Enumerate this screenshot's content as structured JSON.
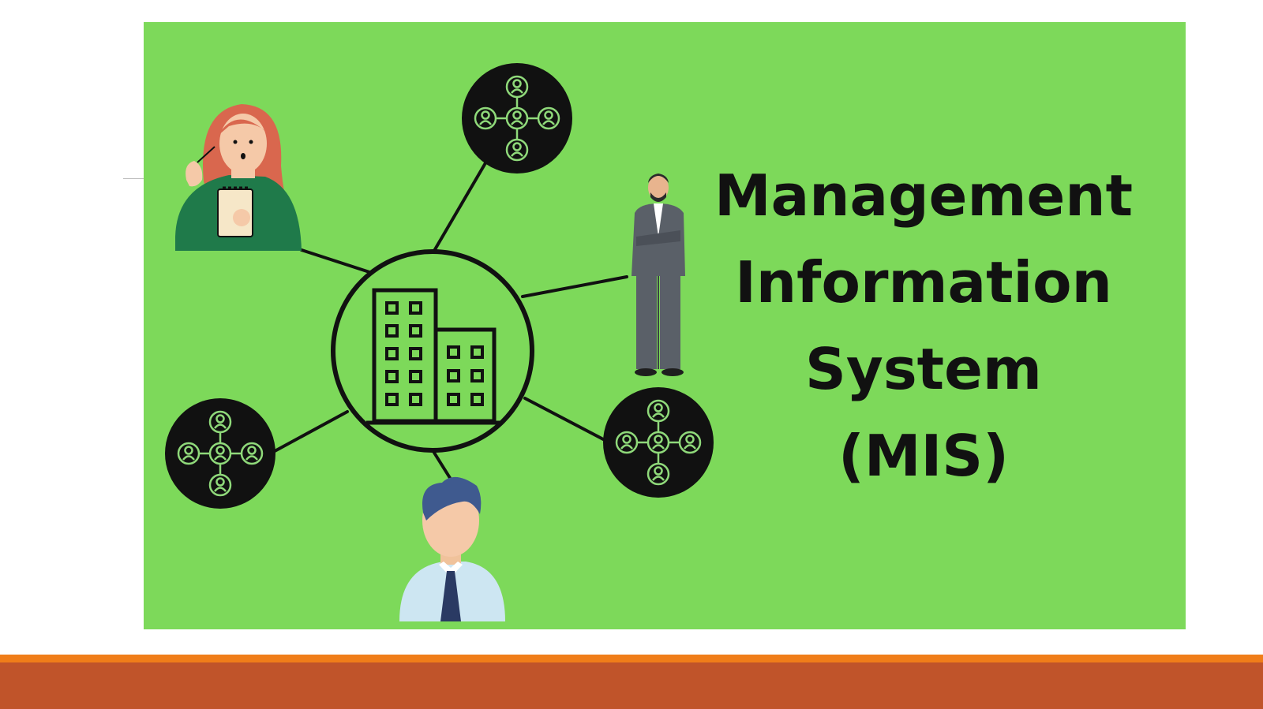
{
  "colors": {
    "panel_green": "#7dd95a",
    "band_orange": "#f07d19",
    "band_rust": "#c0542a",
    "node_dark": "#111111",
    "ink": "#111111",
    "skin": "#f5c9a8",
    "woman_hair": "#d9674e",
    "woman_sweater": "#1f7a4a",
    "suit_gray": "#5a6068",
    "shirt_blue": "#cde6f2",
    "hair_navy": "#3f5a8f"
  },
  "title": {
    "line1": "Management",
    "line2": "Information",
    "line3": "System",
    "line4": "(MIS)"
  },
  "icons": {
    "hub": "office-building-icon",
    "network": "people-network-icon",
    "woman": "woman-with-notepad-illustration",
    "businessman": "standing-businessman-illustration",
    "man": "man-with-tie-illustration"
  }
}
